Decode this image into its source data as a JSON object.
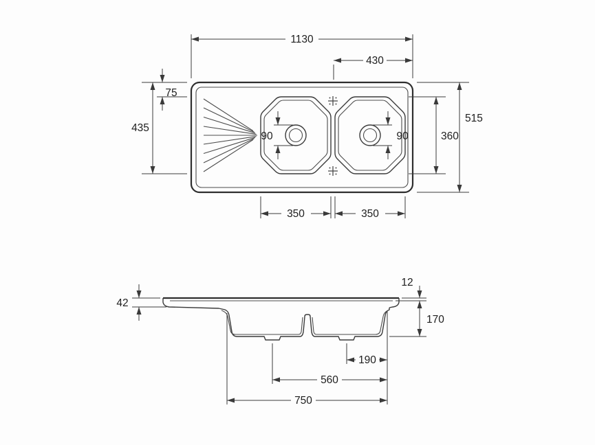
{
  "drawing": {
    "type": "sink-technical-drawing",
    "colors": {
      "line": "#3a3a3a",
      "text": "#1e1e1e",
      "background": "#fdfdfd"
    },
    "top": {
      "overall_width": "1130",
      "right_offset": "430",
      "top_inset": "75",
      "left_depth": "435",
      "overall_depth": "515",
      "bowl_depth": "360",
      "drain_left": "90",
      "drain_right": "90",
      "bowl_left_width": "350",
      "bowl_right_width": "350"
    },
    "side": {
      "edge_height": "42",
      "rim_lip": "12",
      "bowl_depth": "170",
      "drain_to_wall": "190",
      "drain_spacing": "560",
      "basin_length": "750"
    }
  }
}
